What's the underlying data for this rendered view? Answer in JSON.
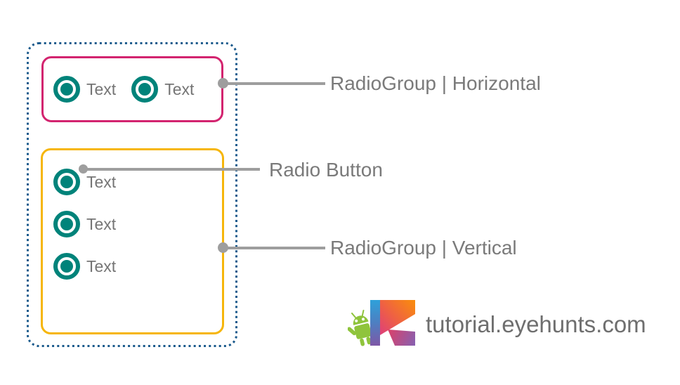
{
  "diagram": {
    "horizontal_group": {
      "items": [
        {
          "label": "Text"
        },
        {
          "label": "Text"
        }
      ]
    },
    "vertical_group": {
      "items": [
        {
          "label": "Text"
        },
        {
          "label": "Text"
        },
        {
          "label": "Text"
        }
      ]
    }
  },
  "callouts": [
    {
      "label": "RadioGroup | Horizontal"
    },
    {
      "label": "Radio Button"
    },
    {
      "label": "RadioGroup | Vertical"
    }
  ],
  "branding": {
    "site": "tutorial.eyehunts.com",
    "logo_icon": "kotlin-k-with-android-robot"
  },
  "colors": {
    "boundary_dotted": "#1b5a8c",
    "horizontal_group_border": "#d3246f",
    "vertical_group_border": "#f6b60b",
    "radio_teal": "#00837a",
    "callout_gray": "#9e9e9e",
    "label_gray": "#757575",
    "callout_text_gray": "#7a7a7a",
    "site_text_gray": "#6e6e6e",
    "android_green": "#8fc43c",
    "kotlin_orange": "#f98a10",
    "kotlin_pink": "#e13a79",
    "kotlin_blue": "#2ea1da",
    "kotlin_purple": "#7e57a6"
  }
}
